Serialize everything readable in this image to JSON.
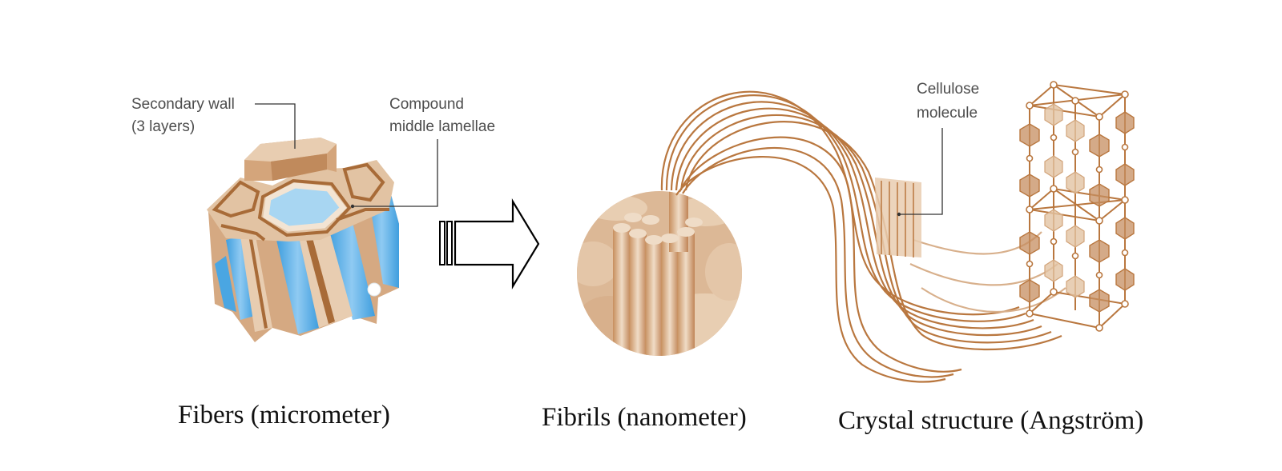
{
  "labels": {
    "secondary_wall_1": "Secondary wall",
    "secondary_wall_2": "(3 layers)",
    "compound_1": "Compound",
    "compound_2": "middle lamellae",
    "cellulose_1": "Cellulose",
    "cellulose_2": "molecule"
  },
  "captions": {
    "fibers": "Fibers (micrometer)",
    "fibrils": "Fibrils (nanometer)",
    "crystal": "Crystal structure (Angström)"
  },
  "colors": {
    "tan": "#d9b38c",
    "tan_light": "#ecd7c0",
    "brown": "#b7743f",
    "blue": "#5aaee0",
    "blue_light": "#9fd0f0"
  }
}
